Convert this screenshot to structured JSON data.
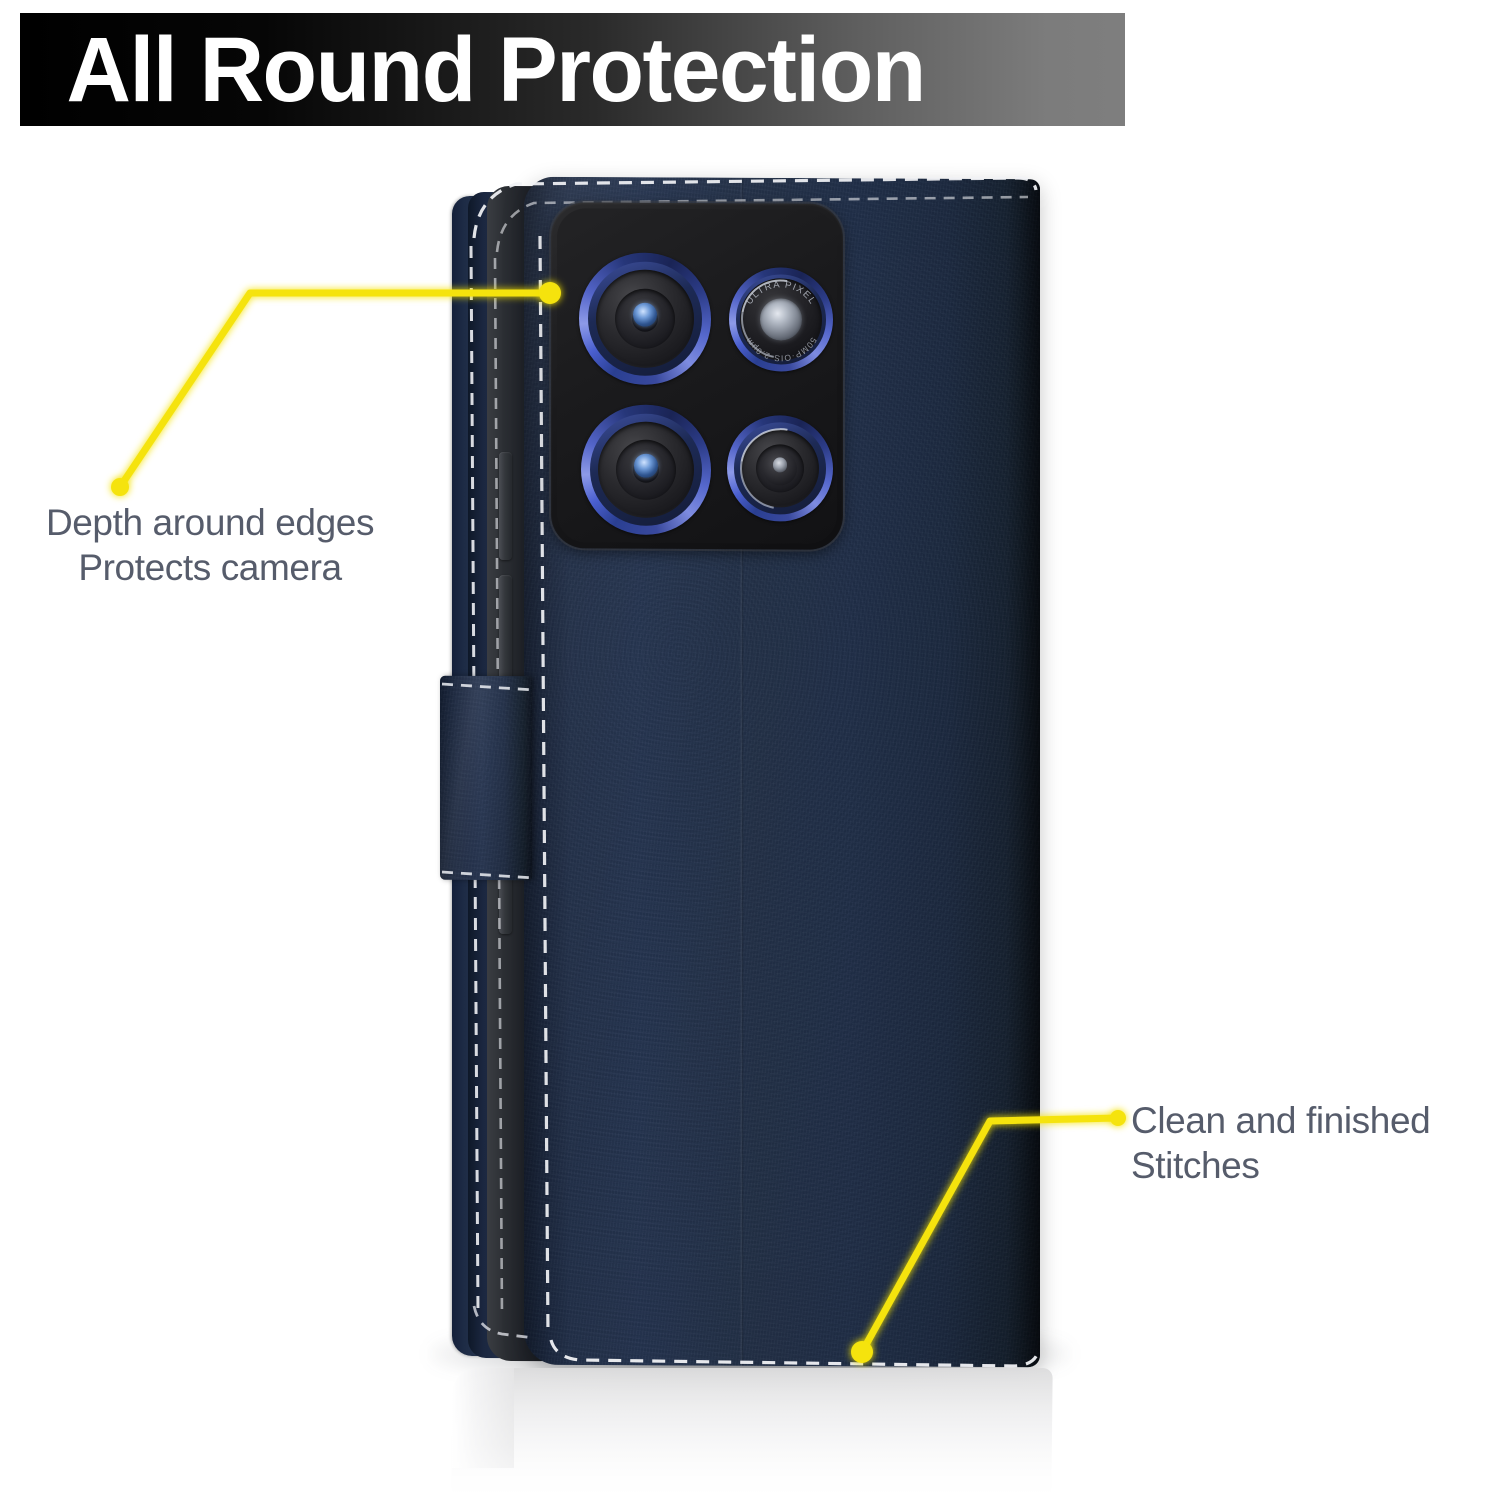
{
  "header": {
    "title": "All Round Protection",
    "text_color": "#ffffff",
    "gradient_from": "#000000",
    "gradient_to": "#7e7e7e"
  },
  "annotations": {
    "accent_color": "#f5e310",
    "text_color": "#565c6b",
    "left": {
      "line1": "Depth around edges",
      "line2": "Protects camera"
    },
    "right": {
      "line1": "Clean and finished",
      "line2": "Stitches"
    }
  },
  "product": {
    "type": "flip-wallet-phone-case",
    "material_color": "#21304a",
    "material_name": "navy-leather",
    "stitching_color": "#f2f3f5",
    "shell_color": "#202329",
    "camera_module": {
      "body_color": "#161618",
      "lens_ring_color": "#3d4f9e",
      "lenses": [
        {
          "position": "top-left",
          "name": "wide-lens"
        },
        {
          "position": "top-right",
          "name": "main-lens",
          "label_top": "ULTRA PIXEL",
          "label_bottom": "50MP·OIS·2.0μm"
        },
        {
          "position": "bottom-left",
          "name": "ultrawide-lens"
        },
        {
          "position": "bottom-right",
          "name": "macro-lens"
        }
      ]
    },
    "side_buttons": [
      "volume-up",
      "volume-down",
      "power"
    ]
  }
}
